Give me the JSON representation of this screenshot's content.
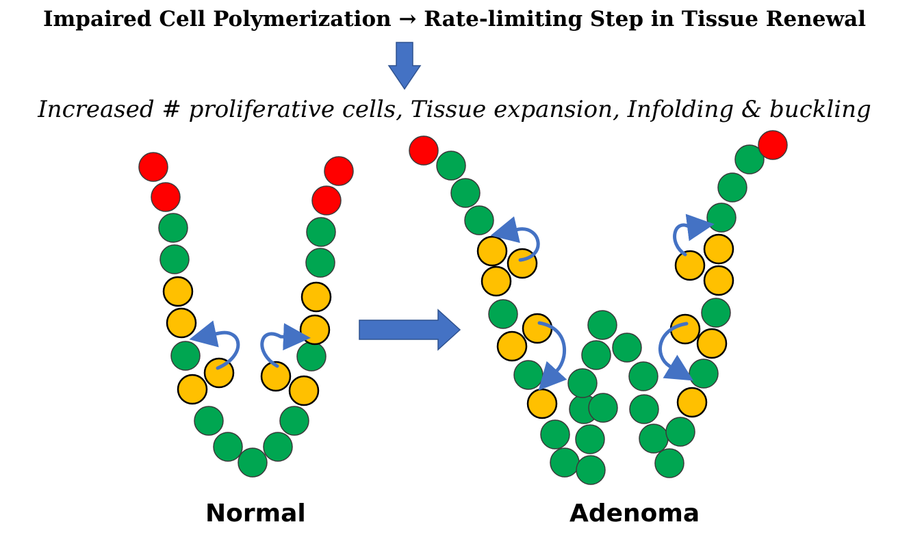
{
  "header": {
    "title": "Impaired Cell Polymerization → Rate-limiting Step in Tissue Renewal",
    "subtitle": "Increased # proliferative cells, Tissue expansion, Infolding & buckling"
  },
  "labels": {
    "normal": "Normal",
    "adenoma": "Adenoma"
  },
  "colors": {
    "red": "#ff0000",
    "green": "#00a651",
    "yellow": "#ffc000",
    "arrow_blue": "#4472c4",
    "arrow_stroke": "#2f528f"
  }
}
